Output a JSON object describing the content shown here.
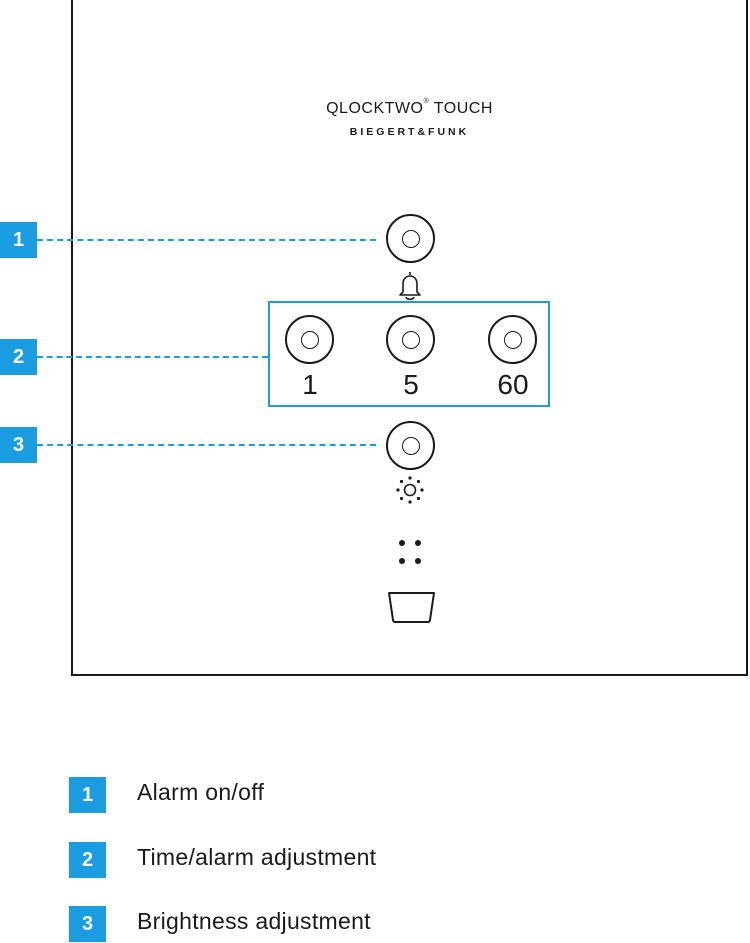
{
  "device": {
    "product_name": "QLOCKTWO",
    "product_suffix": "TOUCH",
    "registered_mark": "®",
    "brand": "BIEGERT&FUNK"
  },
  "buttons": {
    "digits": [
      "1",
      "5",
      "60"
    ]
  },
  "icons": [
    "bell-icon",
    "sun-icon",
    "speaker-icon",
    "usb-port-icon"
  ],
  "callouts": [
    "1",
    "2",
    "3"
  ],
  "legend": [
    {
      "number": "1",
      "label": "Alarm on/off"
    },
    {
      "number": "2",
      "label": "Time/alarm adjustment"
    },
    {
      "number": "3",
      "label": "Brightness adjustment"
    }
  ],
  "colors": {
    "accent": "#1a9de0",
    "line": "#1a1a1a"
  }
}
